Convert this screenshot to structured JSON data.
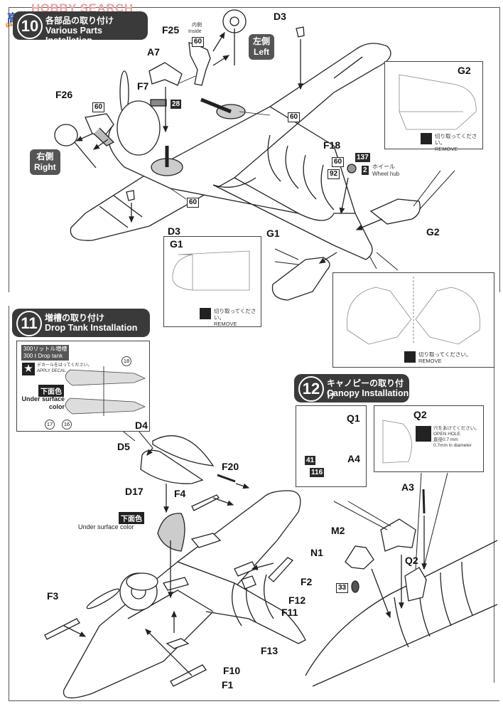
{
  "watermark": {
    "site_text": "HOBBY SEARCH",
    "logo_cn": "高手网",
    "logo_url_text": "gao-shou.com"
  },
  "steps": [
    {
      "number": "10",
      "title_jp": "各部品の取り付け",
      "title_en": "Various Parts Installation"
    },
    {
      "number": "11",
      "title_jp": "増槽の取り付け",
      "title_en": "Drop Tank Installation"
    },
    {
      "number": "12",
      "title_jp": "キャノピーの取り付け",
      "title_en": "Canopy Installation"
    }
  ],
  "step10": {
    "parts": {
      "F25": "F25",
      "A7": "A7",
      "F7": "F7",
      "F26": "F26",
      "D3_top": "D3",
      "D3_bottom": "D3",
      "F18": "F18",
      "G1": "G1",
      "G2": "G2",
      "G1_inset": "G1",
      "G2_inset": "G2"
    },
    "inside_jp": "内側",
    "inside_en": "Inside",
    "color_codes": {
      "f25": "60",
      "f7": "28",
      "f26": "60",
      "wing_well": "60",
      "wing_well_left": "60",
      "f18_a": "60",
      "f18_b": "92",
      "f18_c": "137",
      "f18_d": "2"
    },
    "left_tag": {
      "jp": "左側",
      "en": "Left"
    },
    "right_tag": {
      "jp": "右側",
      "en": "Right"
    },
    "wheel_hub": {
      "jp": "ホイール",
      "en": "Wheel hub"
    },
    "remove_jp": "切り取ってください。",
    "remove_en": "REMOVE"
  },
  "step11": {
    "tank_label_jp": "300リットル増槽",
    "tank_label_en": "300 ℓ Drop tank",
    "decal_jp": "デカールをはってください。",
    "decal_en": "APPLY DECAL",
    "under_surface_tag": "下面色",
    "under_surface_en": "Under surface color",
    "decal_numbers": [
      "18",
      "17",
      "16"
    ],
    "parts": {
      "D4": "D4",
      "D5": "D5",
      "D17": "D17",
      "F20": "F20",
      "F4": "F4",
      "F3": "F3",
      "F2": "F2",
      "F12": "F12",
      "F11": "F11",
      "F13": "F13",
      "F10": "F10",
      "F1": "F1"
    },
    "d17_tag": "下面色",
    "d17_text": "Under surface color"
  },
  "step12": {
    "parts": {
      "Q1": "Q1",
      "A4": "A4",
      "Q2_inset": "Q2",
      "A3": "A3",
      "M2": "M2",
      "N1": "N1",
      "Q2": "Q2"
    },
    "color_codes": {
      "a4_a": "41",
      "a4_b": "116",
      "n1": "33"
    },
    "open_hole_jp": "穴をあけてください。",
    "open_hole_en": "OPEN HOLE",
    "diameter_jp": "直径0.7 mm",
    "diameter_en": "0.7mm in diameter"
  }
}
